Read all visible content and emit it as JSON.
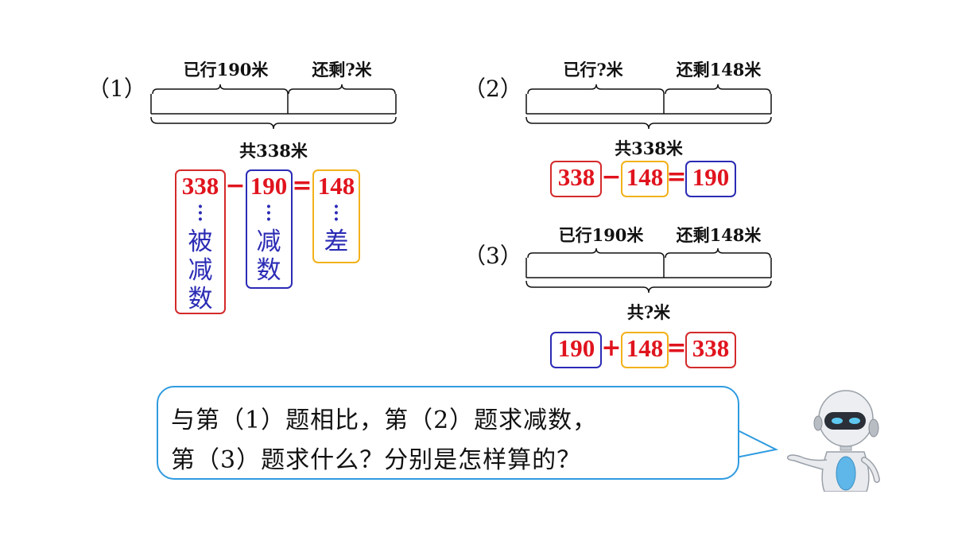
{
  "problem1": {
    "number": "（1）",
    "label_left": "已行190米",
    "label_right": "还剩?米",
    "label_total": "共338米",
    "eq": {
      "a": "338",
      "op1": "−",
      "b": "190",
      "op2": "=",
      "c": "148"
    },
    "names": {
      "a": "被减数",
      "b": "减数",
      "c": "差"
    }
  },
  "problem2": {
    "number": "（2）",
    "label_left": "已行?米",
    "label_right": "还剩148米",
    "label_total": "共338米",
    "eq": {
      "a": "338",
      "op1": "−",
      "b": "148",
      "op2": "=",
      "c": "190"
    }
  },
  "problem3": {
    "number": "（3）",
    "label_left": "已行190米",
    "label_right": "还剩148米",
    "label_total": "共?米",
    "eq": {
      "a": "190",
      "op1": "+",
      "b": "148",
      "op2": "=",
      "c": "338"
    }
  },
  "bubble": {
    "line1": "与第（1）题相比，第（2）题求减数，",
    "line2": "第（3）题求什么？分别是怎样算的？"
  },
  "colors": {
    "red": "#d42a2a",
    "blue": "#2b2bb5",
    "orange": "#f2b21b",
    "bubble_border": "#2f9be0"
  }
}
